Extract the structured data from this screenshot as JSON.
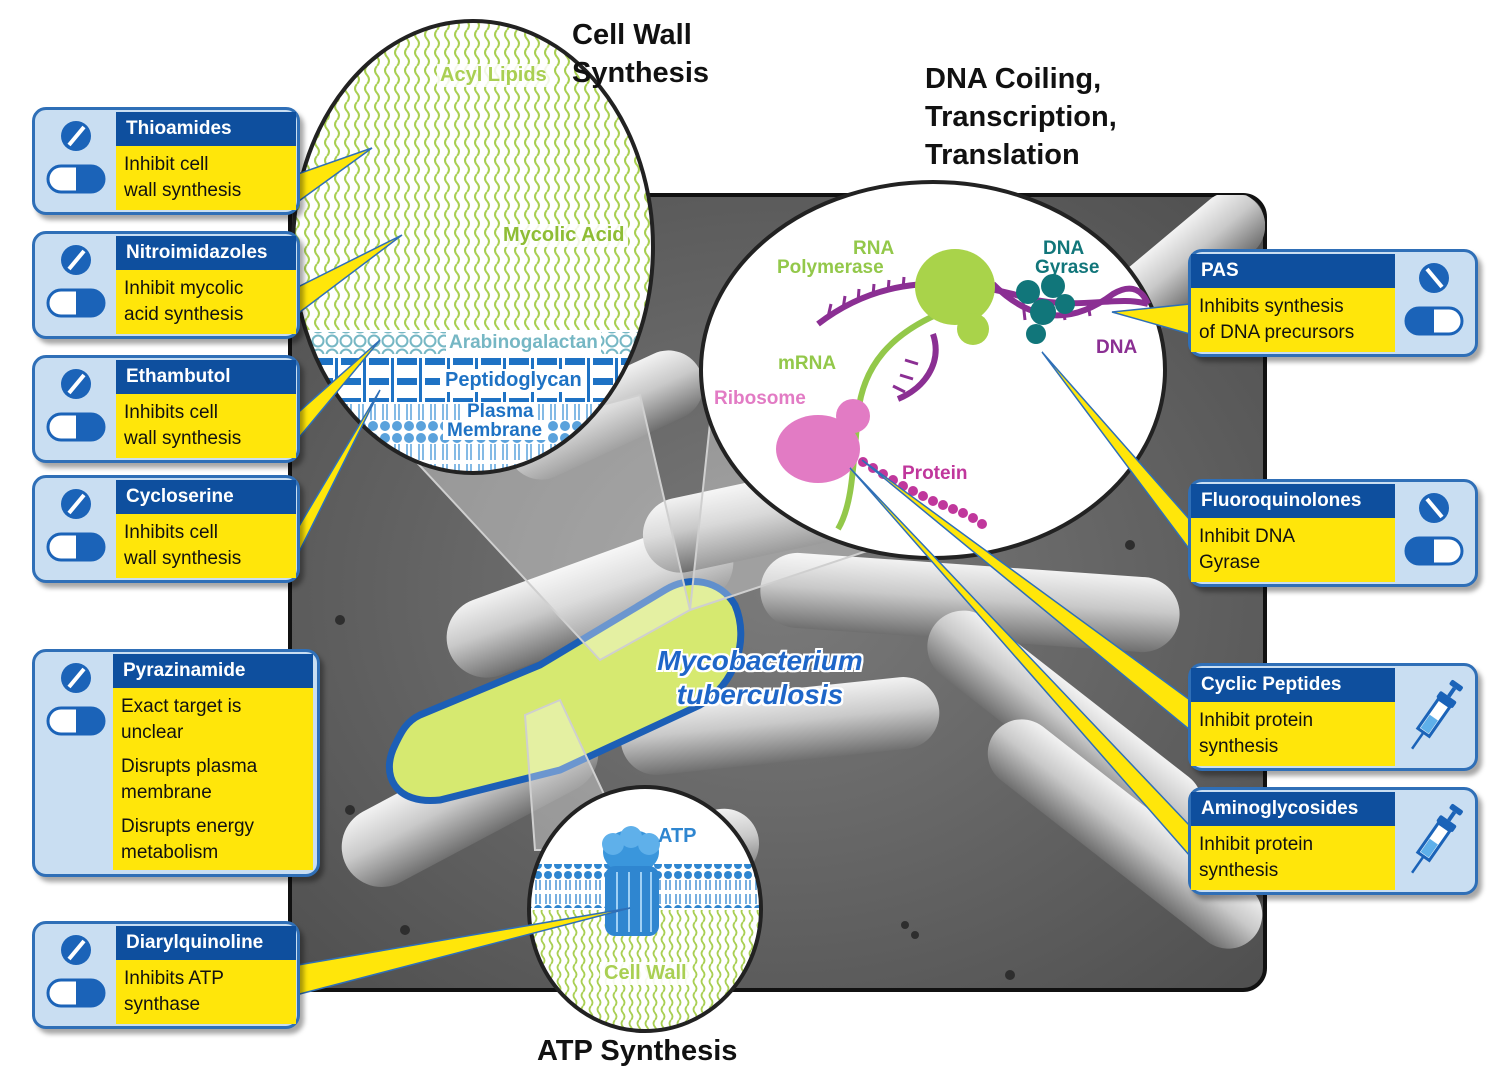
{
  "titles": {
    "cell_wall": "Cell Wall Synthesis",
    "dna": "DNA Coiling, Transcription, Translation",
    "atp": "ATP Synthesis"
  },
  "organism": {
    "line1": "Mycobacterium",
    "line2": "tuberculosis"
  },
  "cell_wall_labels": {
    "acyl_lipids": "Acyl Lipids",
    "mycolic_acid": "Mycolic Acid",
    "arabinogalactan": "Arabinogalactan",
    "peptidoglycan": "Peptidoglycan",
    "plasma": "Plasma",
    "membrane": "Membrane"
  },
  "dna_labels": {
    "rna": "RNA",
    "polymerase": "Polymerase",
    "dna_top": "DNA",
    "gyrase": "Gyrase",
    "mrna": "mRNA",
    "ribosome": "Ribosome",
    "protein": "Protein",
    "dna": "DNA"
  },
  "atp_labels": {
    "atp": "ATP",
    "cell_wall": "Cell Wall"
  },
  "drugs": {
    "thioamides": {
      "name": "Thioamides",
      "l1": "Inhibit cell",
      "l2": "wall synthesis"
    },
    "nitroimidazoles": {
      "name": "Nitroimidazoles",
      "l1": "Inhibit mycolic",
      "l2": "acid synthesis"
    },
    "ethambutol": {
      "name": "Ethambutol",
      "l1": "Inhibits cell",
      "l2": "wall synthesis"
    },
    "cycloserine": {
      "name": "Cycloserine",
      "l1": "Inhibits cell",
      "l2": "wall synthesis"
    },
    "pyrazinamide": {
      "name": "Pyrazinamide",
      "l1": "Exact target is",
      "l2": "unclear",
      "l3": "Disrupts plasma",
      "l4": "membrane",
      "l5": "Disrupts energy",
      "l6": "metabolism"
    },
    "diarylquinoline": {
      "name": "Diarylquinoline",
      "l1": "Inhibits ATP",
      "l2": "synthase"
    },
    "pas": {
      "name": "PAS",
      "l1": "Inhibits synthesis",
      "l2": "of DNA precursors"
    },
    "fluoroquinolones": {
      "name": "Fluoroquinolones",
      "l1": "Inhibit DNA",
      "l2": "Gyrase"
    },
    "cyclic_peptides": {
      "name": "Cyclic Peptides",
      "l1": "Inhibit protein",
      "l2": "synthesis"
    },
    "aminoglycosides": {
      "name": "Aminoglycosides",
      "l1": "Inhibit protein",
      "l2": "synthesis"
    }
  },
  "colors": {
    "card_blue": "#0e4f9e",
    "card_yellow": "#ffe60a",
    "lipid_green": "#a9cf52",
    "membrane_blue": "#1e72c4",
    "dna_purple": "#8b2f93",
    "ribosome_pink": "#e27bc4",
    "gyrase_teal": "#11767a"
  },
  "icons": {
    "pill": "pill-icon",
    "syringe": "syringe-icon"
  }
}
